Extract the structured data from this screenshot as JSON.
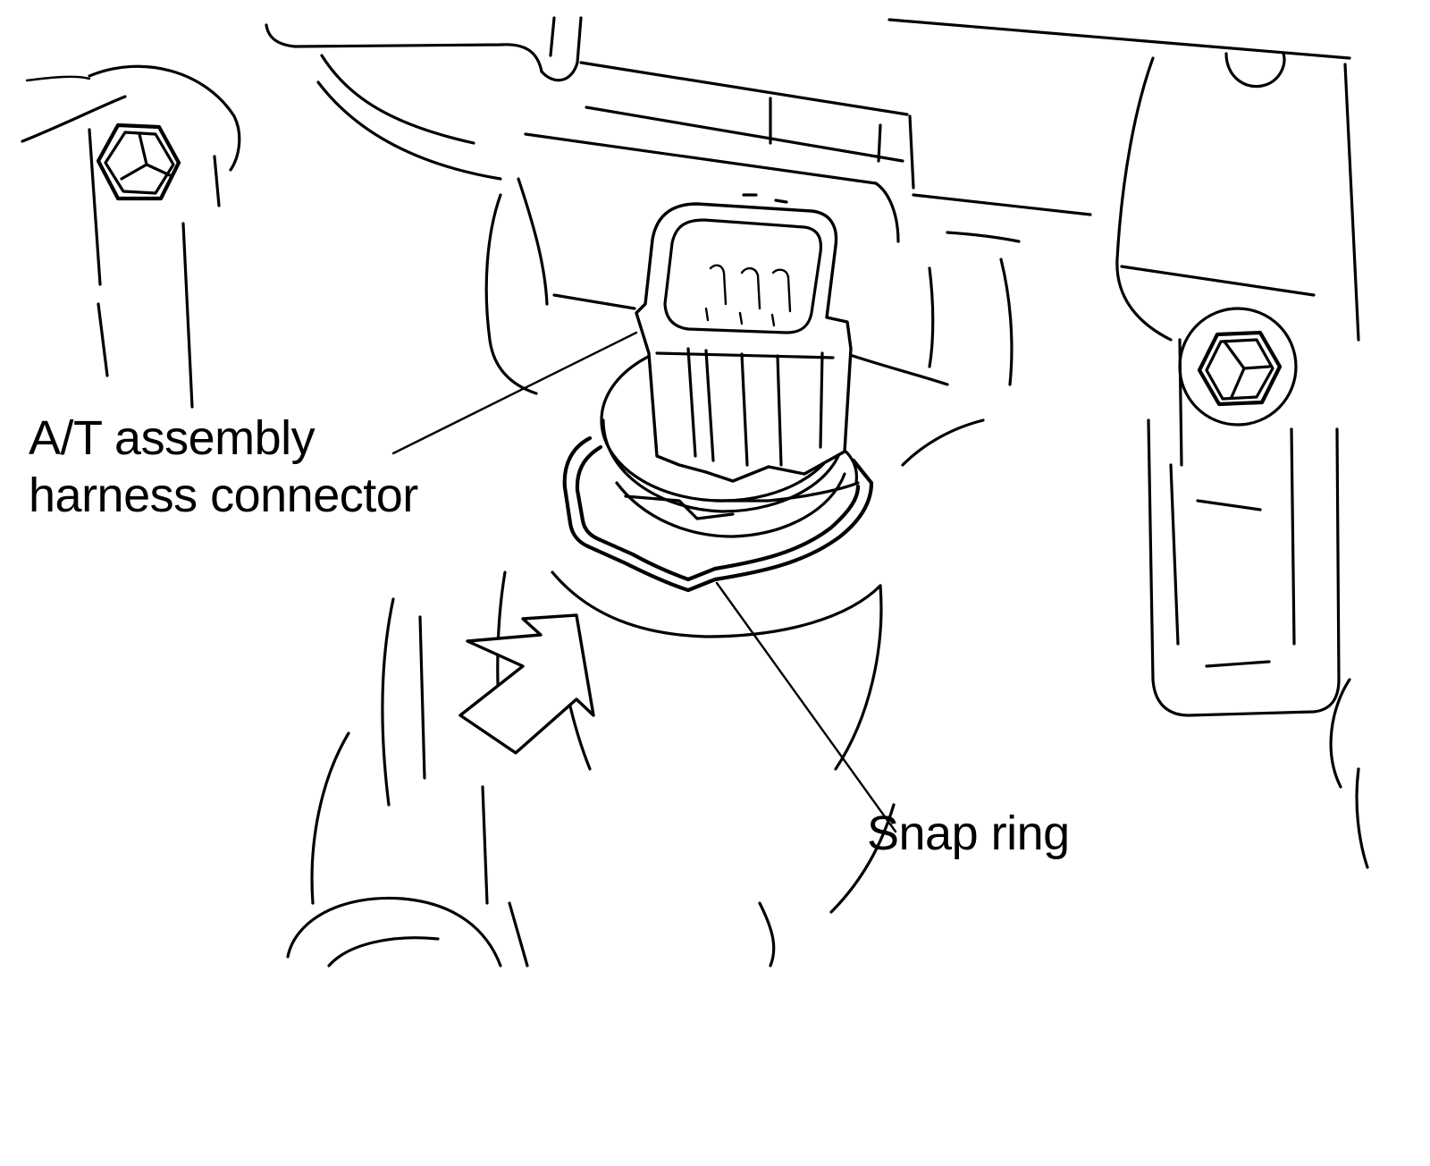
{
  "labels": {
    "harness_connector": {
      "line1": "A/T assembly",
      "line2": "harness connector"
    },
    "snap_ring": "Snap ring"
  },
  "colors": {
    "ink": "#000000",
    "paper": "#ffffff"
  }
}
